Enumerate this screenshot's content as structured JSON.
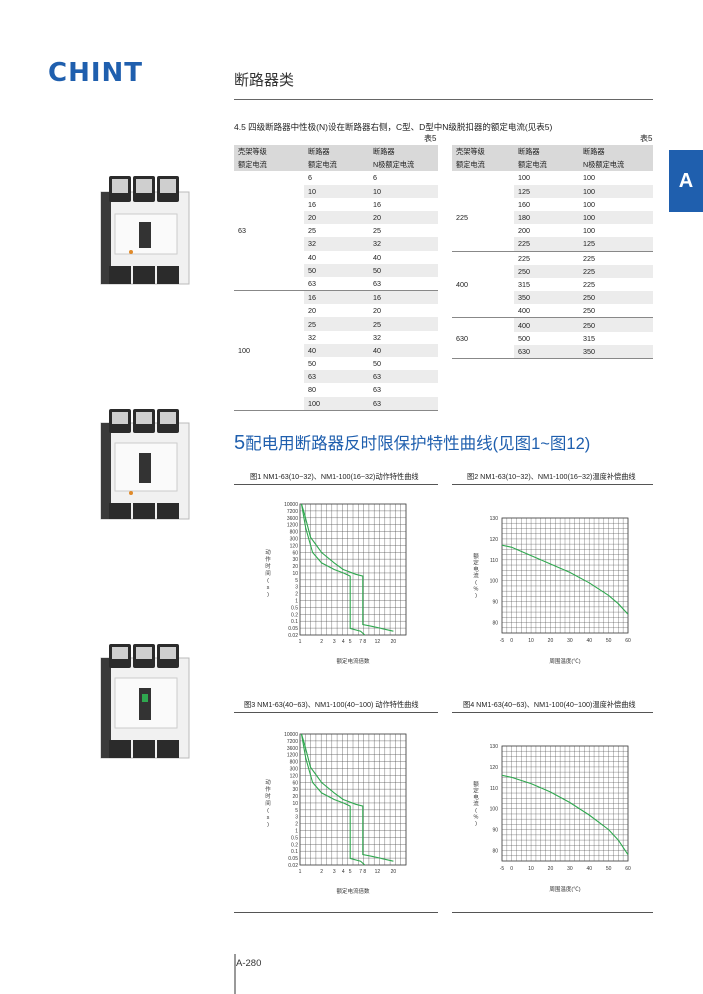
{
  "header": {
    "logo": "CHINT",
    "section": "断路器类"
  },
  "side_tab": "A",
  "note": "4.5 四级断路器中性极(N)设在断路器右侧，C型、D型中N级脱扣器的额定电流(见表5)",
  "table5_left": {
    "label": "表5",
    "head1": [
      "壳架等级",
      "断路器",
      "断路器"
    ],
    "head2": [
      "额定电流",
      "额定电流",
      "N极额定电流"
    ],
    "rows": [
      [
        "",
        "6",
        "6"
      ],
      [
        "",
        "10",
        "10"
      ],
      [
        "",
        "16",
        "16"
      ],
      [
        "",
        "20",
        "20"
      ],
      [
        "63",
        "25",
        "25"
      ],
      [
        "",
        "32",
        "32"
      ],
      [
        "",
        "40",
        "40"
      ],
      [
        "",
        "50",
        "50"
      ],
      [
        "",
        "63",
        "63"
      ],
      [
        "",
        "16",
        "16"
      ],
      [
        "",
        "20",
        "20"
      ],
      [
        "",
        "25",
        "25"
      ],
      [
        "",
        "32",
        "32"
      ],
      [
        "100",
        "40",
        "40"
      ],
      [
        "",
        "50",
        "50"
      ],
      [
        "",
        "63",
        "63"
      ],
      [
        "",
        "80",
        "63"
      ],
      [
        "",
        "100",
        "63"
      ]
    ]
  },
  "table5_right": {
    "label": "表5",
    "head1": [
      "壳架等级",
      "断路器",
      "断路器"
    ],
    "head2": [
      "额定电流",
      "额定电流",
      "N极额定电流"
    ],
    "rows": [
      [
        "",
        "100",
        "100"
      ],
      [
        "",
        "125",
        "100"
      ],
      [
        "",
        "160",
        "100"
      ],
      [
        "225",
        "180",
        "100"
      ],
      [
        "",
        "200",
        "100"
      ],
      [
        "",
        "225",
        "125"
      ],
      [
        "",
        "225",
        "225"
      ],
      [
        "",
        "250",
        "225"
      ],
      [
        "400",
        "315",
        "225"
      ],
      [
        "",
        "350",
        "250"
      ],
      [
        "",
        "400",
        "250"
      ],
      [
        "",
        "400",
        "250"
      ],
      [
        "630",
        "500",
        "315"
      ],
      [
        "",
        "630",
        "350"
      ]
    ]
  },
  "heading5": {
    "num": "5",
    "text": "配电用断路器反时限保护特性曲线(见图1~图12)"
  },
  "fig1": {
    "title": "图1 NM1-63(10~32)、NM1-100(16~32)动作特性曲线"
  },
  "fig2": {
    "title": "图2 NM1-63(10~32)、NM1-100(16~32)温度补偿曲线"
  },
  "fig3": {
    "title": "图3 NM1-63(40~63)、NM1-100(40~100) 动作特性曲线"
  },
  "fig4": {
    "title": "图4 NM1-63(40~63)、NM1-100(40~100)温度补偿曲线"
  },
  "trip_axis": {
    "ylabel": "动作时间(s)",
    "yticks": [
      "10000",
      "7200",
      "3600",
      "1200",
      "800",
      "300",
      "120",
      "60",
      "30",
      "20",
      "10",
      "5",
      "3",
      "2",
      "1",
      "0.5",
      "0.2",
      "0.1",
      "0.05",
      "0.02"
    ],
    "xticks": [
      "1",
      "2",
      "3",
      "4",
      "5",
      "7",
      "8",
      "12",
      "20"
    ],
    "xlabel": "额定电流倍数"
  },
  "temp_axis": {
    "ylabel": "额定电流(%)",
    "yticks": [
      "130",
      "120",
      "110",
      "100",
      "90",
      "80"
    ],
    "xticks": [
      "-5",
      "0",
      "10",
      "20",
      "30",
      "40",
      "50",
      "60"
    ],
    "xlabel": "周围温度(℃)"
  },
  "chart_data": [
    {
      "type": "line",
      "title": "图1 NM1-63(10~32)、NM1-100(16~32)动作特性曲线",
      "xlabel": "额定电流倍数",
      "ylabel": "动作时间(s)",
      "series": [
        {
          "x": [
            1.05,
            1.2,
            1.5,
            2,
            3,
            4,
            5,
            5,
            7,
            8
          ],
          "y": [
            10000,
            800,
            60,
            20,
            10,
            7,
            5,
            0.02,
            0.015,
            0.01
          ]
        },
        {
          "x": [
            1.05,
            1.15,
            1.4,
            2,
            3,
            4,
            6,
            7.5,
            7.5,
            10,
            20
          ],
          "y": [
            10000,
            3600,
            300,
            60,
            20,
            10,
            6,
            5,
            0.03,
            0.025,
            0.015
          ]
        }
      ]
    },
    {
      "type": "line",
      "title": "图2 NM1-63(10~32)、NM1-100(16~32)温度补偿曲线",
      "xlabel": "周围温度(℃)",
      "ylabel": "额定电流(%)",
      "ylim": [
        75,
        130
      ],
      "series": [
        {
          "x": [
            -5,
            0,
            10,
            20,
            30,
            40,
            50,
            55,
            60
          ],
          "y": [
            117,
            116,
            112,
            108,
            104,
            99,
            93,
            89,
            84
          ]
        }
      ]
    },
    {
      "type": "line",
      "title": "图3 NM1-63(40~63)、NM1-100(40~100) 动作特性曲线",
      "xlabel": "额定电流倍数",
      "ylabel": "动作时间(s)",
      "series": [
        {
          "x": [
            1.05,
            1.2,
            1.5,
            2,
            3,
            4,
            5,
            5,
            7,
            8
          ],
          "y": [
            10000,
            800,
            60,
            20,
            10,
            7,
            5,
            0.02,
            0.015,
            0.01
          ]
        },
        {
          "x": [
            1.05,
            1.15,
            1.4,
            2,
            3,
            4,
            6,
            7.5,
            7.5,
            10,
            20
          ],
          "y": [
            10000,
            3600,
            300,
            60,
            20,
            10,
            6,
            5,
            0.03,
            0.025,
            0.015
          ]
        }
      ]
    },
    {
      "type": "line",
      "title": "图4 NM1-63(40~63)、NM1-100(40~100)温度补偿曲线",
      "xlabel": "周围温度(℃)",
      "ylabel": "额定电流(%)",
      "ylim": [
        75,
        130
      ],
      "series": [
        {
          "x": [
            -5,
            0,
            10,
            20,
            30,
            40,
            50,
            55,
            60
          ],
          "y": [
            116,
            115,
            112,
            108,
            103,
            97,
            90,
            85,
            78
          ]
        }
      ]
    }
  ],
  "page_number": "A-280",
  "colors": {
    "brand": "#1f5fae",
    "curve": "#2fa84f",
    "header_fill": "#d9d9d9"
  }
}
